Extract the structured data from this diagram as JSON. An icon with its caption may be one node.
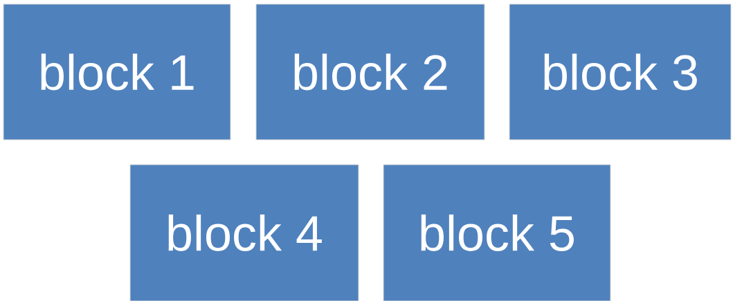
{
  "diagram": {
    "nodes": [
      {
        "text": [
          "block 1"
        ]
      },
      {
        "text": [
          "block 2"
        ]
      },
      {
        "text": [
          "block 3"
        ]
      },
      {
        "text": [
          "block 4"
        ]
      },
      {
        "text": [
          "block 5"
        ]
      }
    ]
  }
}
